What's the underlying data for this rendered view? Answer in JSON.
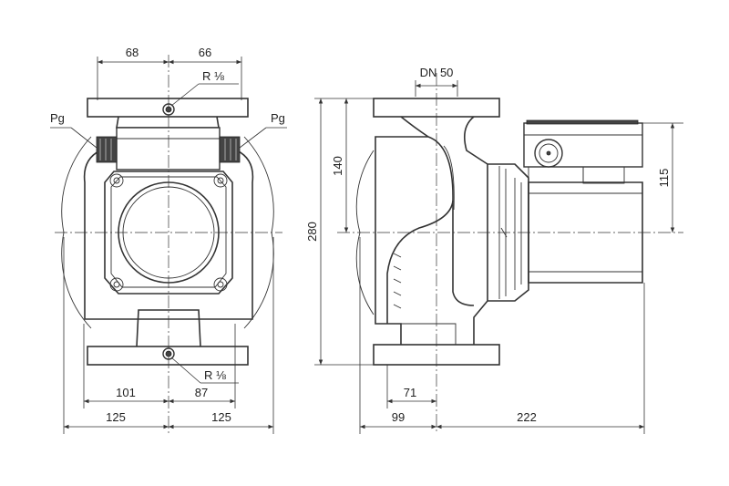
{
  "views": {
    "front": {
      "dimensions": {
        "top_left": "68",
        "top_right": "66",
        "bottom_inner_left": "101",
        "bottom_inner_right": "87",
        "bottom_outer_left": "125",
        "bottom_outer_right": "125"
      },
      "labels": {
        "thread_top": "R ⅛",
        "thread_bottom": "R ⅛",
        "gland_left": "Pg",
        "gland_right": "Pg"
      }
    },
    "side": {
      "dimensions": {
        "nominal_diameter": "DN 50",
        "overall_height": "280",
        "upper_height": "140",
        "motor_height": "115",
        "flange_offset": "71",
        "left_depth": "99",
        "right_depth": "222"
      }
    }
  }
}
